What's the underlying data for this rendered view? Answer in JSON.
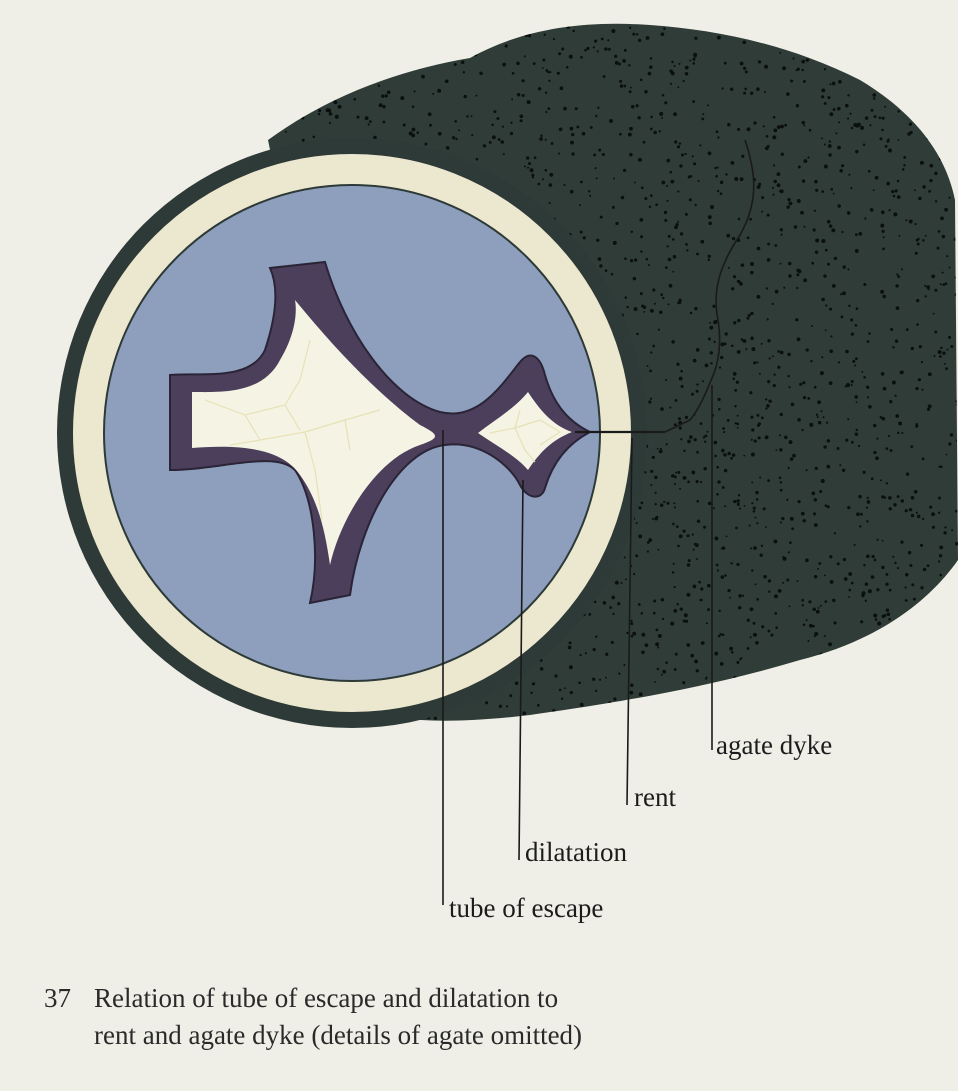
{
  "figure": {
    "labels": {
      "agate_dyke": "agate dyke",
      "rent": "rent",
      "dilatation": "dilatation",
      "tube_of_escape": "tube of escape"
    },
    "colors": {
      "background": "#efefe7",
      "host_rock": "#2f3c38",
      "speckles": "#0b0f0d",
      "outer_rim": "#2e3a37",
      "cream_band": "#ece8cf",
      "agate_blue": "#8d9fbd",
      "channel_purple": "#4b3f5c",
      "cavity_white": "#f5f3e4",
      "cavity_veins": "#e6e2b6"
    }
  },
  "caption": {
    "number": "37",
    "line1": "Relation of tube of escape and dilatation to",
    "line2": "rent and agate dyke (details of agate omitted)"
  }
}
